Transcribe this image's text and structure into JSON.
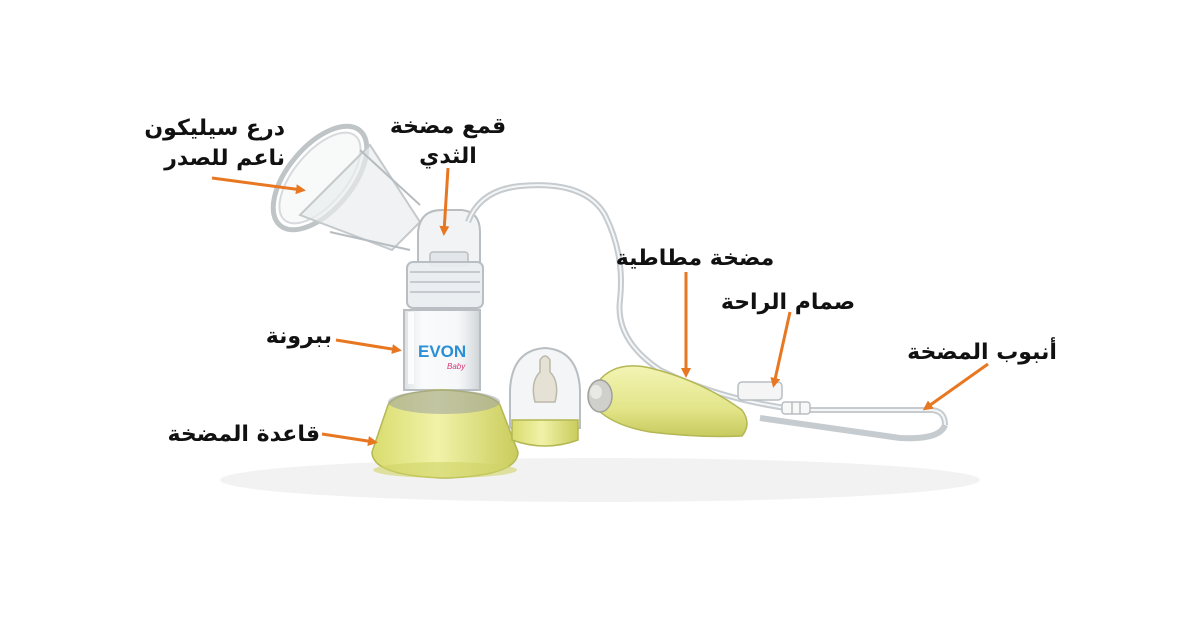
{
  "colors": {
    "arrow": "#E87722",
    "base_yellow": "#E6E88A",
    "text": "#111111"
  },
  "bottle_brand": {
    "logo_text": "EVON",
    "sub_text": "Baby"
  },
  "labels": {
    "silicone_cup_line1": "درع سيليكون",
    "silicone_cup_line2": "ناعم للصدر",
    "breast_pump_mouth_line1": "قمع مضخة",
    "breast_pump_mouth_line2": "الثدي",
    "bottle": "ببرونة",
    "pump_base": "قاعدة المضخة",
    "rubber_pump": "مضخة مطاطية",
    "comfort_valve": "صمام الراحة",
    "pump_tube": "أنبوب المضخة"
  }
}
